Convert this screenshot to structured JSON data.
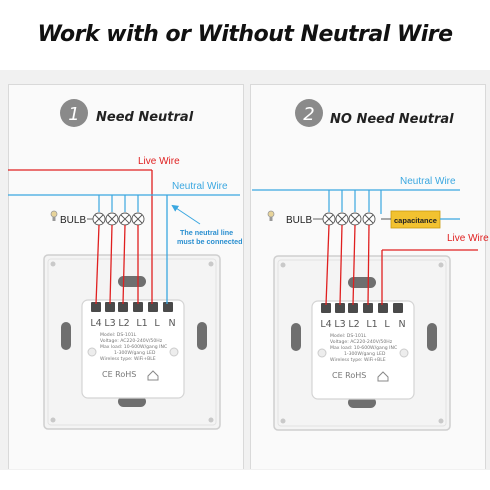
{
  "title": "Work with or Without Neutral Wire",
  "panels": [
    {
      "number": "1",
      "heading": "Need Neutral",
      "live_label": "Live Wire",
      "neutral_label": "Neutral Wire",
      "bulb_label": "BULB",
      "note_line1": "The neutral line",
      "note_line2": "must be connected",
      "terminals": [
        "L4",
        "L3",
        "L2",
        "L1",
        "L",
        "N"
      ]
    },
    {
      "number": "2",
      "heading": "NO Need Neutral",
      "live_label": "Live Wire",
      "neutral_label": "Neutral Wire",
      "bulb_label": "BULB",
      "capacitor_label": "capacitance",
      "terminals": [
        "L4",
        "L3",
        "L2",
        "L1",
        "L",
        "N"
      ]
    }
  ],
  "module_label": {
    "line1": "Model: DS-101L",
    "line2": "Voltage: AC220-240V/50Hz",
    "line3": "Max load: 10-600W/gang  INC",
    "line4": "1-300W/gang  LED",
    "line5": "Wireless type: WiFi+BLE",
    "cert": "CE RoHS"
  },
  "colors": {
    "live": "#e02020",
    "neutral": "#3aa7e0",
    "capacitor": "#f2c230",
    "accent": "#444444"
  }
}
